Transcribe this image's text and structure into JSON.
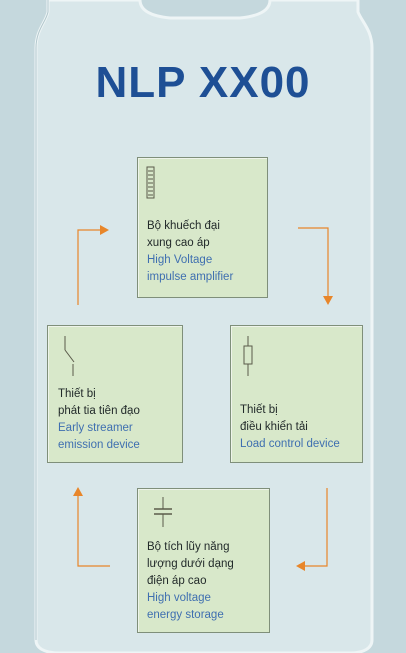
{
  "title": "NLP XX00",
  "colors": {
    "title": "#1e4f95",
    "box_fill": "#d8e8ca",
    "arrow": "#e8862a",
    "vietnamese_text": "#222a2a",
    "english_text": "#3f6fb0"
  },
  "boxes": {
    "amplifier": {
      "vn_line1": "Bộ khuếch đại",
      "vn_line2": "xung cao áp",
      "en_line1": "High Voltage",
      "en_line2": "impulse amplifier",
      "icon": "coil-icon"
    },
    "load": {
      "vn_line1": "Thiết bị",
      "vn_line2": "điều khiển tải",
      "en_line1": "Load control device",
      "icon": "resistor-icon"
    },
    "storage": {
      "vn_line1": "Bộ tích lũy năng",
      "vn_line2": "lượng dưới dạng",
      "vn_line3": "điện áp cao",
      "en_line1": "High voltage",
      "en_line2": "energy storage",
      "icon": "capacitor-icon"
    },
    "emission": {
      "vn_line1": "Thiết bị",
      "vn_line2": "phát tia tiên đạo",
      "en_line1": "Early streamer",
      "en_line2": "emission device",
      "icon": "switch-icon"
    }
  }
}
